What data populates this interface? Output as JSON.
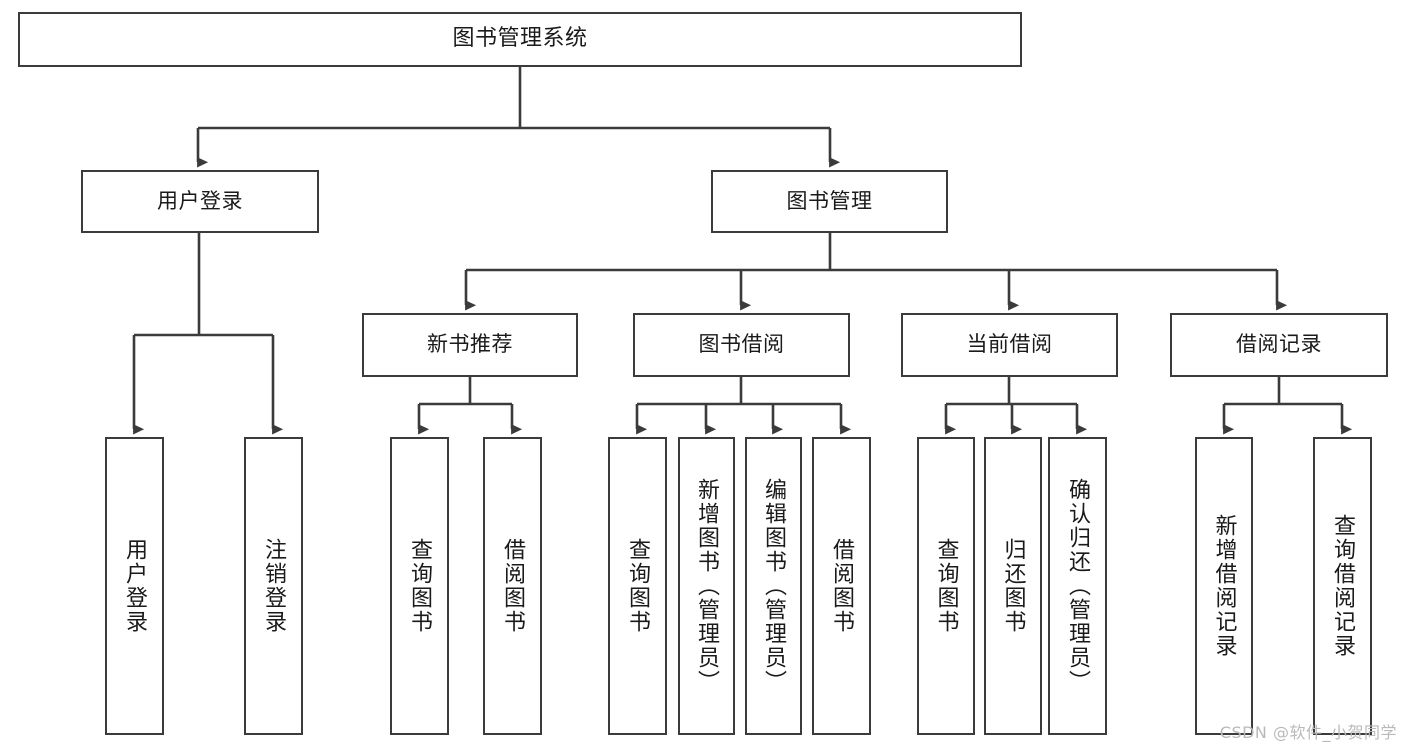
{
  "diagram": {
    "title": "图书管理系统",
    "type": "tree",
    "orientation": "top-down",
    "colors": {
      "stroke": "#3b3b3b",
      "fill": "#ffffff",
      "text": "#1a1a1a",
      "watermark": "#b9b9b9"
    },
    "root": {
      "id": "root",
      "label": "图书管理系统"
    },
    "level1": [
      {
        "id": "user-login",
        "label": "用户登录"
      },
      {
        "id": "book-manage",
        "label": "图书管理"
      }
    ],
    "level2": [
      {
        "id": "new-book-rec",
        "label": "新书推荐",
        "parent": "book-manage"
      },
      {
        "id": "book-borrow",
        "label": "图书借阅",
        "parent": "book-manage"
      },
      {
        "id": "current-borrow",
        "label": "当前借阅",
        "parent": "book-manage"
      },
      {
        "id": "borrow-record",
        "label": "借阅记录",
        "parent": "book-manage"
      }
    ],
    "leaves": [
      {
        "id": "leaf-user-login",
        "label": "用户登录",
        "parent": "user-login"
      },
      {
        "id": "leaf-user-logout",
        "label": "注销登录",
        "parent": "user-login"
      },
      {
        "id": "leaf-query-book-1",
        "label": "查询图书",
        "parent": "new-book-rec"
      },
      {
        "id": "leaf-borrow-book-1",
        "label": "借阅图书",
        "parent": "new-book-rec"
      },
      {
        "id": "leaf-query-book-2",
        "label": "查询图书",
        "parent": "book-borrow"
      },
      {
        "id": "leaf-add-book",
        "label": "新增图书（管理员）",
        "parent": "book-borrow"
      },
      {
        "id": "leaf-edit-book",
        "label": "编辑图书（管理员）",
        "parent": "book-borrow"
      },
      {
        "id": "leaf-borrow-book-2",
        "label": "借阅图书",
        "parent": "book-borrow"
      },
      {
        "id": "leaf-query-book-3",
        "label": "查询图书",
        "parent": "current-borrow"
      },
      {
        "id": "leaf-return-book",
        "label": "归还图书",
        "parent": "current-borrow"
      },
      {
        "id": "leaf-confirm-return",
        "label": "确认归还（管理员）",
        "parent": "current-borrow"
      },
      {
        "id": "leaf-add-record",
        "label": "新增借阅记录",
        "parent": "borrow-record"
      },
      {
        "id": "leaf-query-record",
        "label": "查询借阅记录",
        "parent": "borrow-record"
      }
    ]
  },
  "watermark": {
    "text": "CSDN @软件_小贺同学"
  }
}
